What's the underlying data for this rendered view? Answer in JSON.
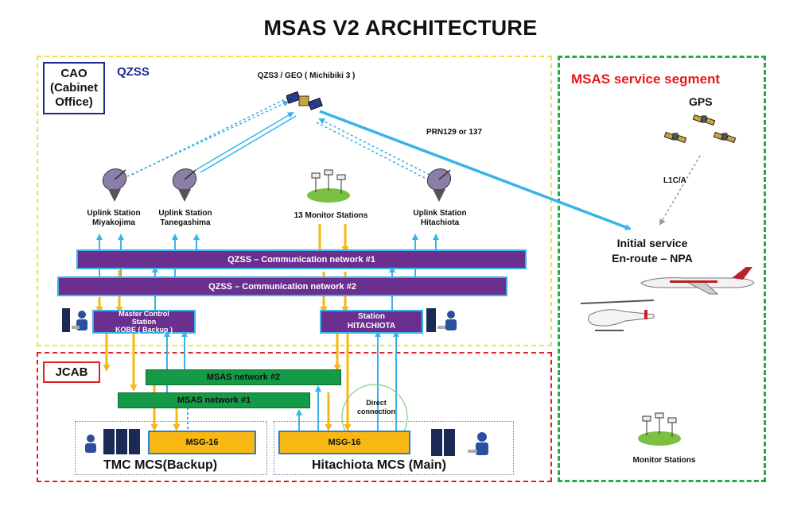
{
  "title": "MSAS V2 ARCHITECTURE",
  "zones": {
    "cao": "CAO\n(Cabinet\nOffice)",
    "qzss": "QZSS",
    "jcab": "JCAB",
    "msas_segment": "MSAS service segment"
  },
  "satellite": {
    "label": "QZS3 / GEO ( Michibiki 3 )",
    "prn": "PRN129 or 137"
  },
  "stations": {
    "uplink_miyakojima": "Uplink Station\nMiyakojima",
    "uplink_tanegashima": "Uplink Station\nTanegashima",
    "monitor_13": "13 Monitor Stations",
    "uplink_hitachiota": "Uplink Station\nHitachiota"
  },
  "networks": {
    "comm1": "QZSS – Communication network #1",
    "comm2": "QZSS – Communication network #2",
    "msas2": "MSAS network #2",
    "msas1": "MSAS network #1"
  },
  "control": {
    "kobe": "Master Control\nStation\nKOBE ( Backup )",
    "hitachiota": "Station\nHITACHIOTA"
  },
  "msg": {
    "tmc": "MSG-16",
    "hit": "MSG-16"
  },
  "direct_connection": "Direct\nconnection",
  "mcs": {
    "tmc": "TMC MCS(Backup)",
    "hit": "Hitachiota MCS (Main)"
  },
  "gps": {
    "label": "GPS",
    "signal": "L1C/A"
  },
  "service": "Initial service\nEn-route – NPA",
  "monitor_stations": "Monitor Stations",
  "colors": {
    "purple": "#6b2f8f",
    "cyan": "#39b3e8",
    "orange": "#f8b712",
    "green": "#159a47",
    "red": "#e02020",
    "yellow": "#f0e23a",
    "msas_green": "#2aa84a"
  },
  "icons": [
    "satellite-icon",
    "dish-icon",
    "monitor-antennas-icon",
    "gps-satellite-icon",
    "operator-icon",
    "server-icon",
    "aircraft-icon",
    "helicopter-icon"
  ]
}
